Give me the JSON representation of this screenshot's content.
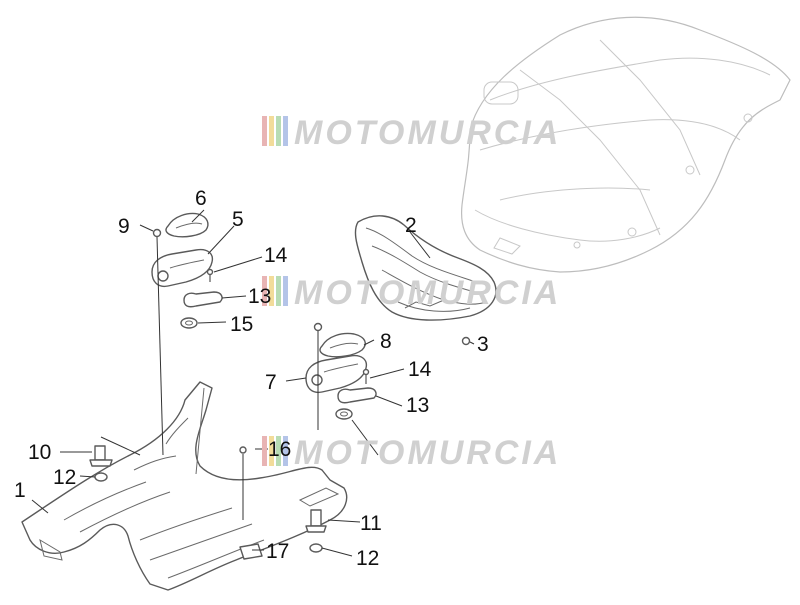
{
  "watermark": {
    "text": "MOTOMURCIA",
    "stripe_colors": [
      "#e8b4b4",
      "#f2dc9a",
      "#b8dcb4",
      "#b4c4e8"
    ]
  },
  "callouts": [
    {
      "id": "c1",
      "label": "1"
    },
    {
      "id": "c2",
      "label": "2"
    },
    {
      "id": "c3",
      "label": "3"
    },
    {
      "id": "c5",
      "label": "5"
    },
    {
      "id": "c6",
      "label": "6"
    },
    {
      "id": "c7",
      "label": "7"
    },
    {
      "id": "c8",
      "label": "8"
    },
    {
      "id": "c9",
      "label": "9"
    },
    {
      "id": "c10",
      "label": "10"
    },
    {
      "id": "c11",
      "label": "11"
    },
    {
      "id": "c12a",
      "label": "12"
    },
    {
      "id": "c12b",
      "label": "12"
    },
    {
      "id": "c13a",
      "label": "13"
    },
    {
      "id": "c13b",
      "label": "13"
    },
    {
      "id": "c14a",
      "label": "14"
    },
    {
      "id": "c14b",
      "label": "14"
    },
    {
      "id": "c15",
      "label": "15"
    },
    {
      "id": "c16",
      "label": "16"
    },
    {
      "id": "c17",
      "label": "17"
    }
  ]
}
